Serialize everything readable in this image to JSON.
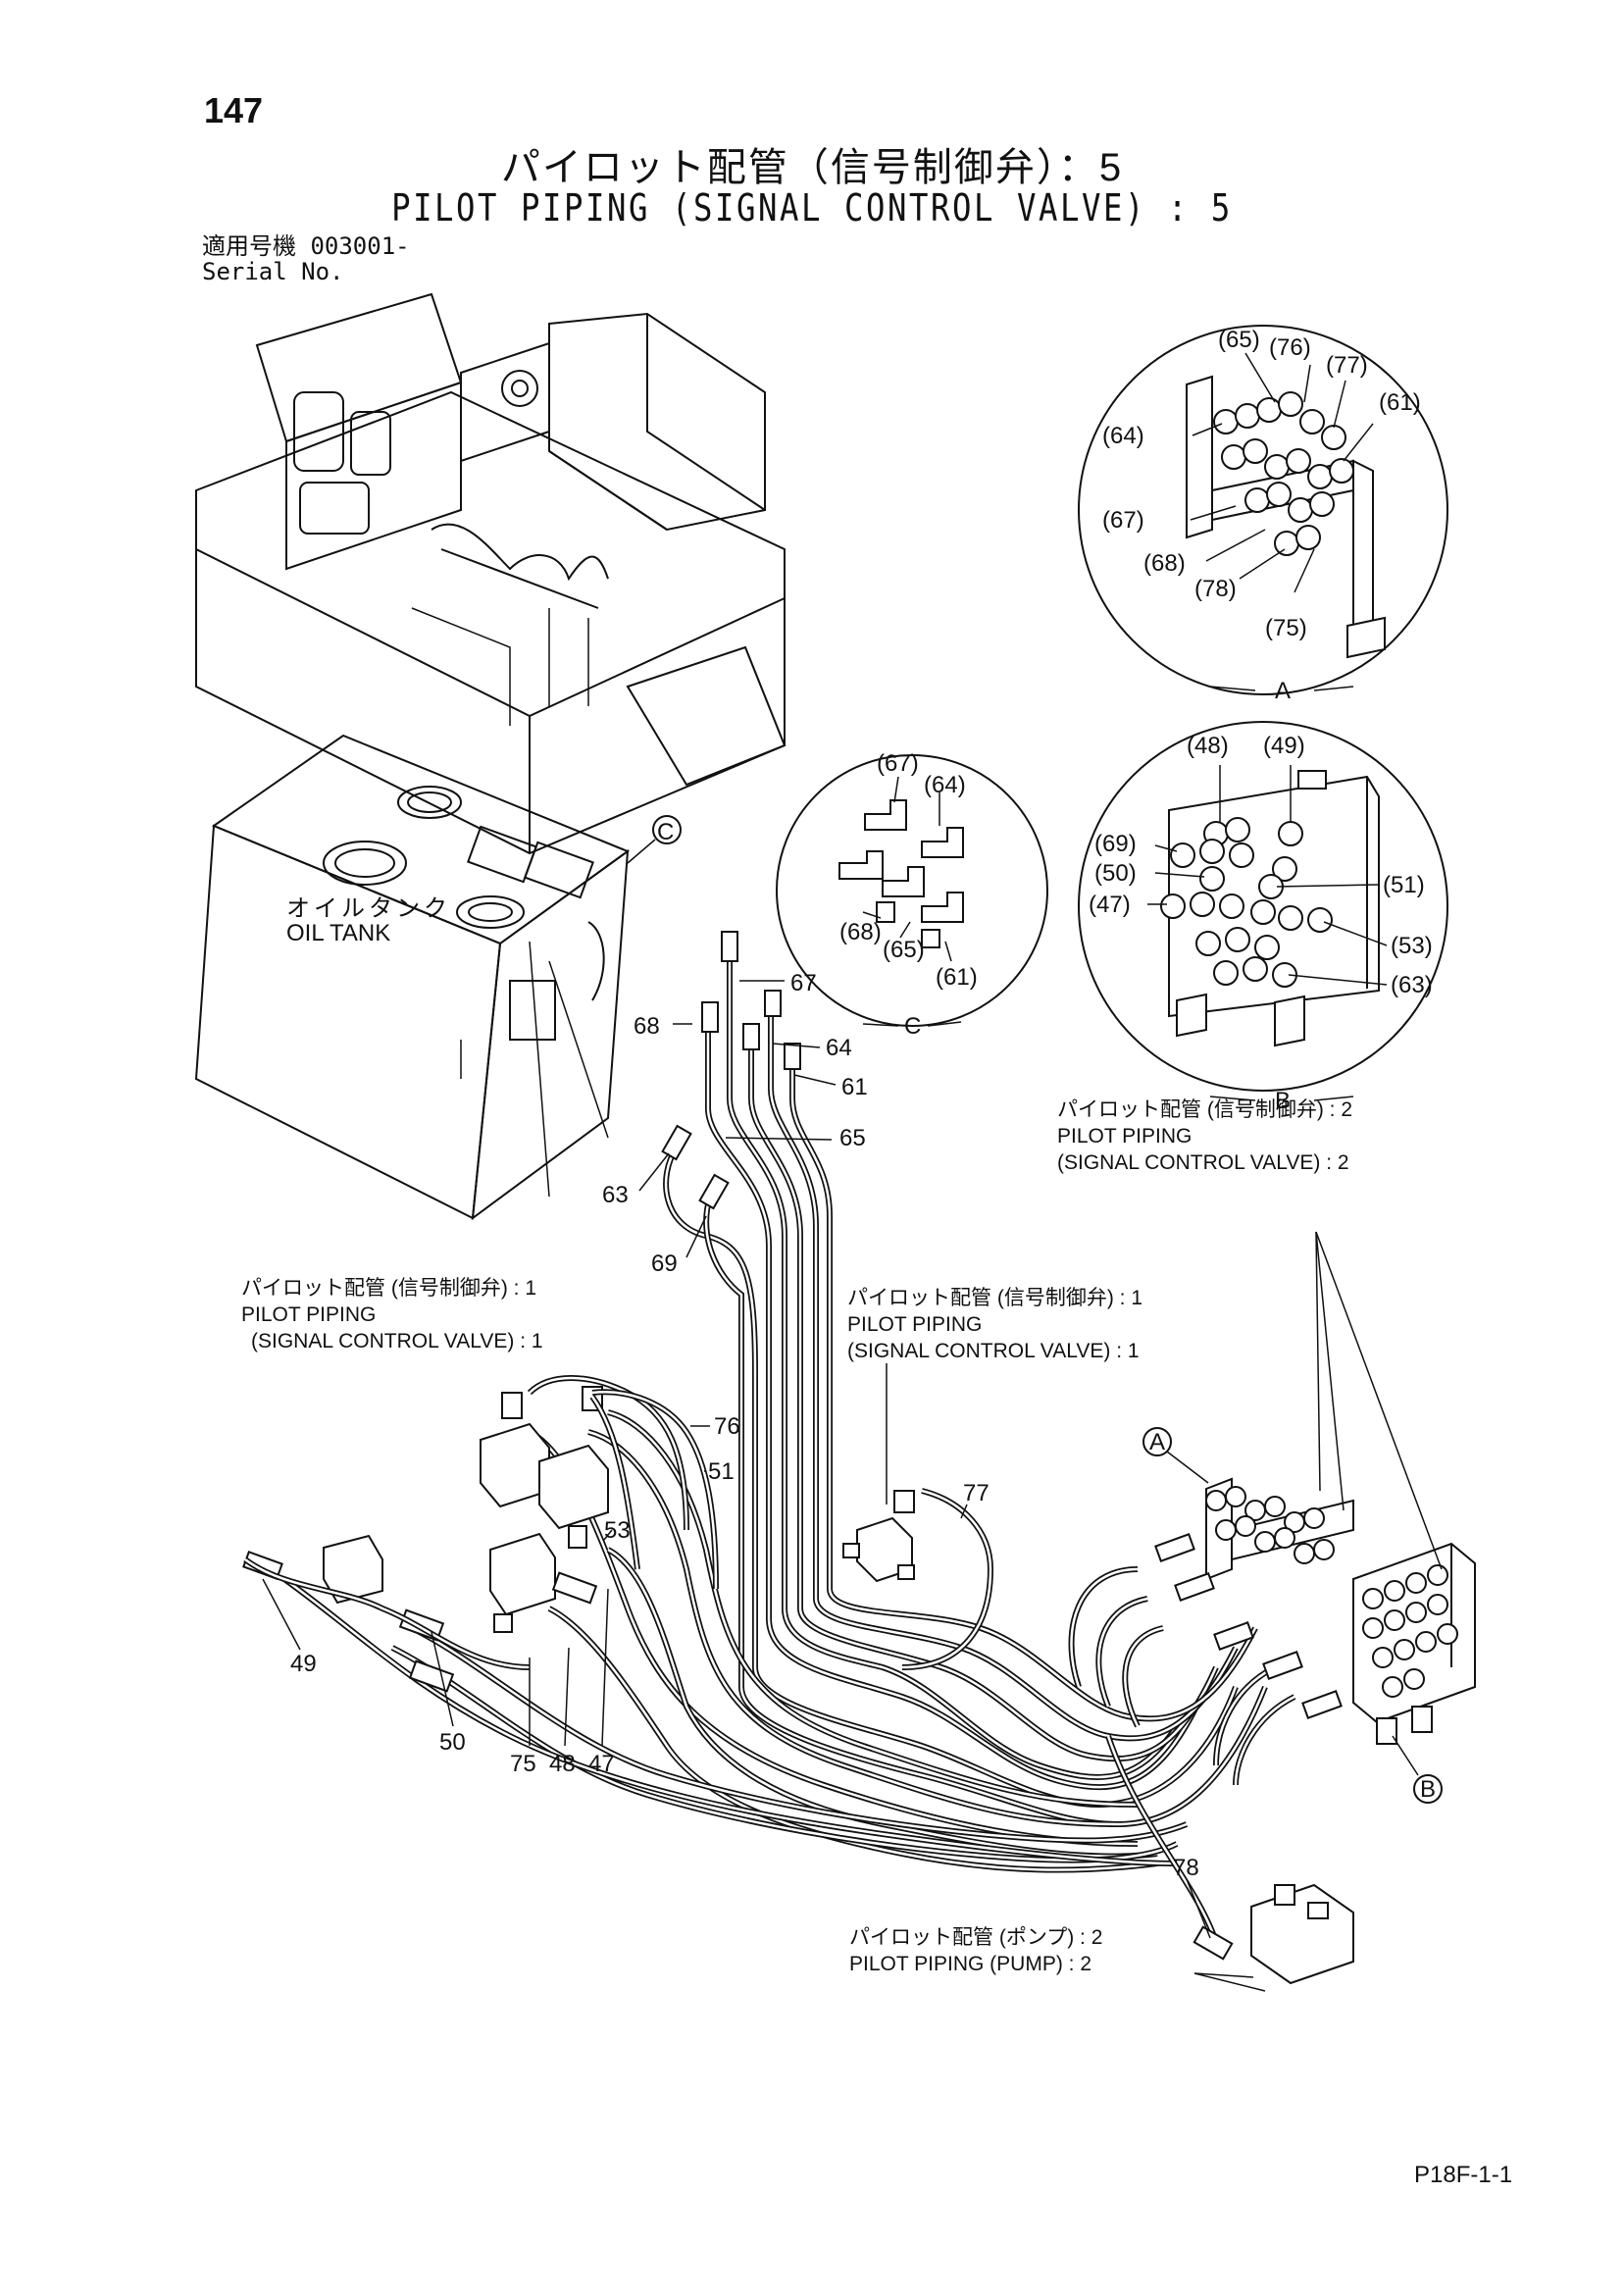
{
  "header": {
    "page_number": "147",
    "title_jp": "パイロット配管（信号制御弁）：5",
    "title_en": "PILOT PIPING (SIGNAL CONTROL VALVE) : 5",
    "serial_jp": "適用号機  003001-",
    "serial_en": "Serial No."
  },
  "labels": {
    "oil_tank_jp": "オイルタンク",
    "oil_tank_en": "OIL TANK",
    "ref_a": "A",
    "ref_b": "B",
    "ref_c": "C"
  },
  "notes": {
    "right_jp": "パイロット配管 (信号制御弁) : 2",
    "right_en1": "PILOT PIPING",
    "right_en2": "(SIGNAL CONTROL VALVE) : 2",
    "left_jp": "パイロット配管 (信号制御弁) : 1",
    "left_en1": "PILOT PIPING",
    "left_en2": "(SIGNAL CONTROL VALVE) : 1",
    "mid_jp": "パイロット配管 (信号制御弁) : 1",
    "mid_en1": "PILOT PIPING",
    "mid_en2": "(SIGNAL CONTROL VALVE) : 1",
    "pump_jp": "パイロット配管 (ポンプ) : 2",
    "pump_en": "PILOT PIPING (PUMP) : 2"
  },
  "detail_a": [
    "(65)",
    "(76)",
    "(77)",
    "(61)",
    "(64)",
    "(67)",
    "(68)",
    "(78)",
    "(75)"
  ],
  "detail_b": [
    "(48)",
    "(49)",
    "(69)",
    "(50)",
    "(47)",
    "(51)",
    "(53)",
    "(63)"
  ],
  "detail_c": [
    "(67)",
    "(64)",
    "(68)",
    "(65)",
    "(61)"
  ],
  "main_callouts": [
    "67",
    "68",
    "64",
    "61",
    "65",
    "63",
    "69",
    "76",
    "51",
    "53",
    "77",
    "49",
    "50",
    "75",
    "48",
    "47",
    "78"
  ],
  "footer": {
    "doc_ref": "P18F-1-1"
  }
}
